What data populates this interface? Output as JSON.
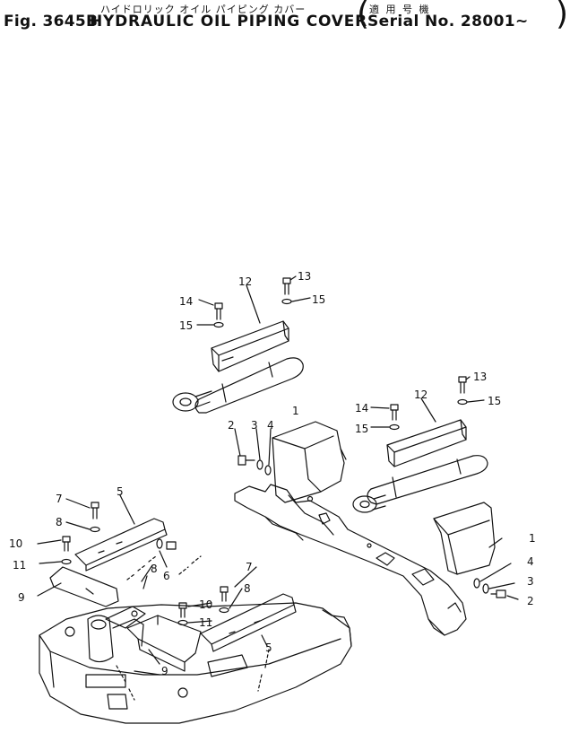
{
  "header": {
    "figure_number": "Fig. 3645B",
    "title_katakana": "ハイドロリック オイル パイピング カバー",
    "title": "HYDRAULIC OIL PIPING COVER",
    "applicability_label": "適 用 号 機",
    "serial": "Serial No. 28001~"
  },
  "callouts": {
    "c1a": "1",
    "c1b": "1",
    "c2a": "2",
    "c2b": "2",
    "c3a": "3",
    "c3b": "3",
    "c4a": "4",
    "c4b": "4",
    "c5a": "5",
    "c5b": "5",
    "c6": "6",
    "c7a": "7",
    "c7b": "7",
    "c8a": "8",
    "c8b": "8",
    "c8c": "8",
    "c9a": "9",
    "c9b": "9",
    "c10a": "10",
    "c10b": "10",
    "c11a": "11",
    "c11b": "11",
    "c12a": "12",
    "c12b": "12",
    "c13a": "13",
    "c13b": "13",
    "c14a": "14",
    "c14b": "14",
    "c15a": "15",
    "c15b": "15",
    "c15c": "15",
    "c15d": "15"
  }
}
